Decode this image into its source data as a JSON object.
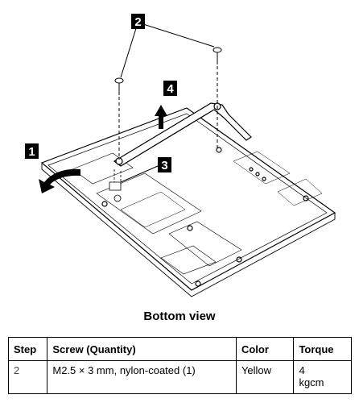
{
  "callouts": [
    "1",
    "2",
    "3",
    "4"
  ],
  "caption": "Bottom view",
  "table": {
    "headers": [
      "Step",
      "Screw (Quantity)",
      "Color",
      "Torque"
    ],
    "rows": [
      {
        "step": "2",
        "screw": "M2.5 × 3 mm, nylon-coated (1)",
        "color": "Yellow",
        "torque_value": "4",
        "torque_unit": "kgcm"
      }
    ]
  }
}
